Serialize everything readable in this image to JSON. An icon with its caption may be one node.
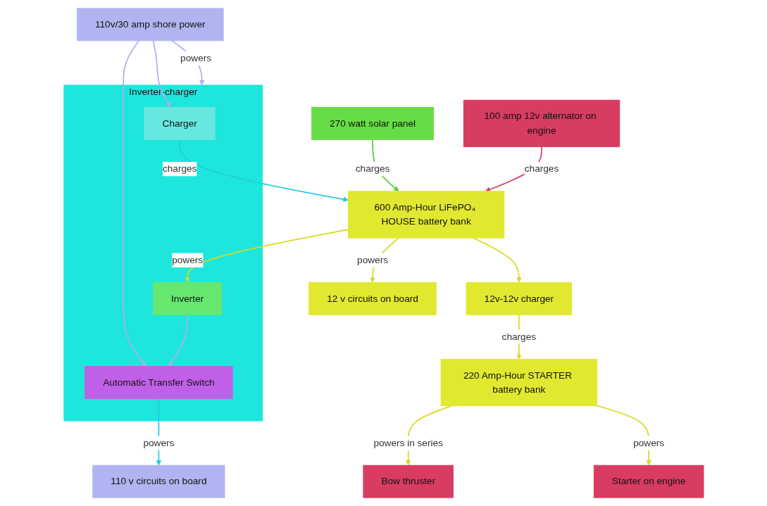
{
  "diagram": {
    "nodes": [
      {
        "text": [
          "110v/30 amp shore power"
        ]
      },
      {
        "text": [
          "Inverter-charger"
        ]
      },
      {
        "text": [
          "Charger"
        ],
        "in": 1
      },
      {
        "text": [
          "Automatic Transfer Switch"
        ],
        "in": 1
      },
      {
        "text": [
          "Inverter"
        ],
        "in": 1
      },
      {
        "text": [
          "270 watt solar panel"
        ]
      },
      {
        "text": [
          "110 v circuits on board"
        ]
      },
      {
        "text": [
          "12 v circuits on board"
        ]
      },
      {
        "text": [
          "600 Amp-Hour LiFePO₄ HOUSE battery bank"
        ]
      },
      {
        "text": [
          "100 amp 12v alternator on engine"
        ]
      },
      {
        "text": [
          "Bow thruster"
        ]
      },
      {
        "text": [
          "12v-12v charger"
        ]
      },
      {
        "text": [
          "Starter on engine"
        ]
      },
      {
        "text": [
          "220 Amp-Hour STARTER battery bank"
        ]
      }
    ],
    "edges": [
      {
        "from": 0,
        "to": 1,
        "arrow": "to",
        "label": "powers",
        "color": "#aab0ee"
      },
      {
        "from": 0,
        "to": 2,
        "arrow": "to",
        "color": "#aab0ee"
      },
      {
        "from": 0,
        "to": 3,
        "arrow": "to",
        "color": "#aab0ee"
      },
      {
        "from": 4,
        "to": 3,
        "arrow": "to",
        "color": "#aab0ee"
      },
      {
        "from": 3,
        "to": 6,
        "arrow": "to",
        "label": "powers",
        "color": "#22ccdd"
      },
      {
        "from": 2,
        "to": 8,
        "arrow": "to",
        "label": "charges",
        "color": "#22ccdd"
      },
      {
        "from": 5,
        "to": 8,
        "arrow": "to",
        "label": "charges",
        "color": "#55cc33"
      },
      {
        "from": 8,
        "to": 4,
        "arrow": "to",
        "label": "powers"
      },
      {
        "from": 8,
        "to": 7,
        "arrow": "to",
        "label": "powers"
      },
      {
        "from": 9,
        "to": 8,
        "arrow": "to",
        "label": "charges",
        "color": "#d83c60"
      },
      {
        "from": 8,
        "to": 11,
        "arrow": "to"
      },
      {
        "from": 11,
        "to": 13,
        "arrow": "to",
        "label": "charges"
      },
      {
        "from": 13,
        "to": 10,
        "arrow": "to",
        "label": "powers in series"
      },
      {
        "from": 13,
        "to": 12,
        "arrow": "to",
        "label": "powers"
      }
    ]
  }
}
